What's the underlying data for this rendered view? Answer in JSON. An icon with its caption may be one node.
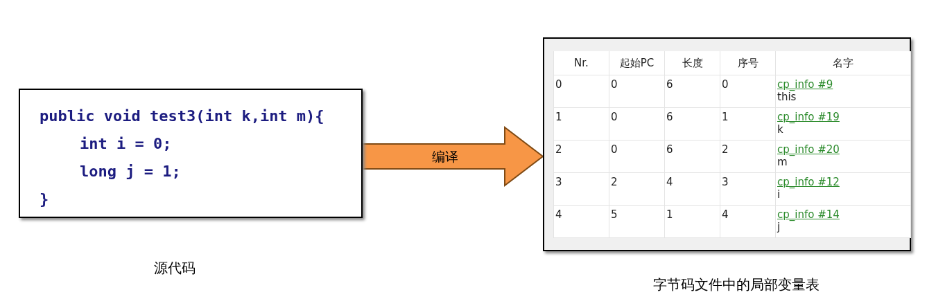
{
  "diagram": {
    "nodes": [
      {
        "text": [
          "public void test3(int k,int m){",
          "int i = 0;",
          "long j = 1;",
          "}"
        ],
        "beside": [
          "源代码"
        ]
      },
      {
        "text": [],
        "shape": "box",
        "beside": [
          "字节码文件中的局部变量表"
        ]
      }
    ],
    "edges": [
      {
        "from": 0,
        "to": 1,
        "arrow": "to",
        "label": "编译"
      }
    ],
    "labels": [
      "Nr.",
      "起始PC",
      "长度",
      "序号",
      "名字",
      "0",
      "0",
      "6",
      "0",
      "cp_info #9",
      "this",
      "1",
      "0",
      "6",
      "1",
      "cp_info #19",
      "k",
      "2",
      "0",
      "6",
      "2",
      "cp_info #20",
      "m",
      "3",
      "2",
      "4",
      "3",
      "cp_info #12",
      "i",
      "4",
      "5",
      "1",
      "4",
      "cp_info #14",
      "j"
    ]
  }
}
